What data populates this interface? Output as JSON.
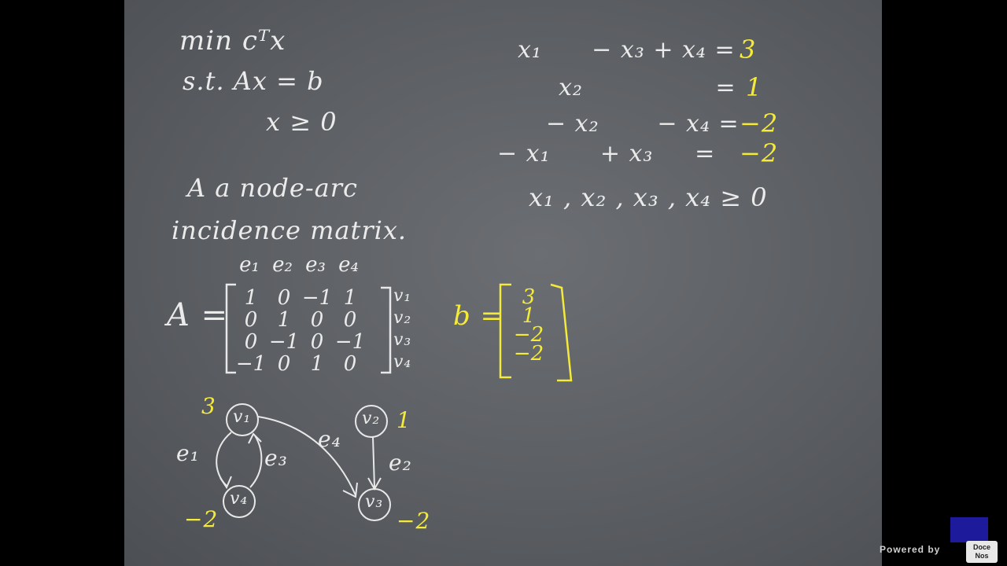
{
  "lp": {
    "objective": "min cᵀx",
    "constraint": "s.t.  Ax = b",
    "nonneg": "x ≥ 0"
  },
  "note": {
    "line1": "A  a  node-arc",
    "line2": "incidence  matrix."
  },
  "matrix": {
    "label": "A =",
    "col_headers": [
      "e₁",
      "e₂",
      "e₃",
      "e₄"
    ],
    "rows": [
      [
        "1",
        "0",
        "−1",
        "1"
      ],
      [
        "0",
        "1",
        "0",
        "0"
      ],
      [
        "0",
        "−1",
        "0",
        "−1"
      ],
      [
        "−1",
        "0",
        "1",
        "0"
      ]
    ],
    "row_labels": [
      "v₁",
      "v₂",
      "v₃",
      "v₄"
    ]
  },
  "bvec": {
    "label": "b =",
    "values": [
      "3",
      "1",
      "−2",
      "−2"
    ]
  },
  "equations": {
    "eq1": "x₁      − x₃ + x₄ =",
    "eq1_rhs": "3",
    "eq2": "x₂                =",
    "eq2_rhs": "1",
    "eq3": "− x₂       − x₄ =",
    "eq3_rhs": "−2",
    "eq4": "− x₁      + x₃     =",
    "eq4_rhs": "−2",
    "nonneg": "x₁ , x₂ , x₃ , x₄ ≥ 0"
  },
  "graph": {
    "nodes": {
      "v1": "v₁",
      "v2": "v₂",
      "v3": "v₃",
      "v4": "v₄"
    },
    "supplies": {
      "v1": "3",
      "v2": "1",
      "v3": "−2",
      "v4": "−2"
    },
    "edges": {
      "e1": "e₁",
      "e2": "e₂",
      "e3": "e₃",
      "e4": "e₄"
    }
  },
  "footer": {
    "powered_by": "Powered by",
    "logo": "Doce Nos"
  }
}
